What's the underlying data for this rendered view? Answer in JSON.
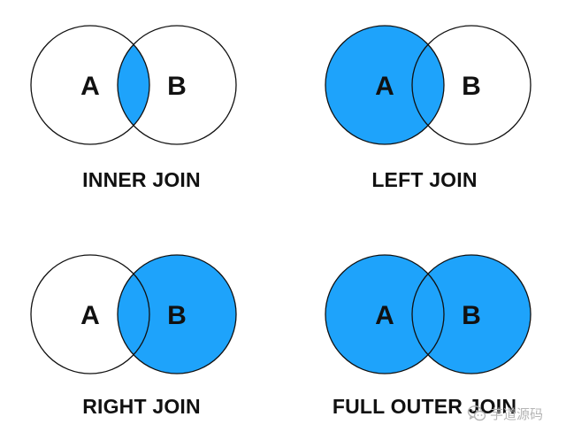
{
  "colors": {
    "fill": "#1ea3fb",
    "stroke": "#111111",
    "empty": "#ffffff"
  },
  "diagrams": [
    {
      "id": "inner",
      "label": "INNER JOIN",
      "set_a": "A",
      "set_b": "B",
      "fill_left": false,
      "fill_overlap": true,
      "fill_right": false
    },
    {
      "id": "left",
      "label": "LEFT JOIN",
      "set_a": "A",
      "set_b": "B",
      "fill_left": true,
      "fill_overlap": true,
      "fill_right": false
    },
    {
      "id": "right",
      "label": "RIGHT JOIN",
      "set_a": "A",
      "set_b": "B",
      "fill_left": false,
      "fill_overlap": true,
      "fill_right": true
    },
    {
      "id": "full",
      "label": "FULL OUTER JOIN",
      "set_a": "A",
      "set_b": "B",
      "fill_left": true,
      "fill_overlap": true,
      "fill_right": true
    }
  ],
  "watermark": {
    "text": "芋道源码",
    "icon": "wechat-icon"
  }
}
